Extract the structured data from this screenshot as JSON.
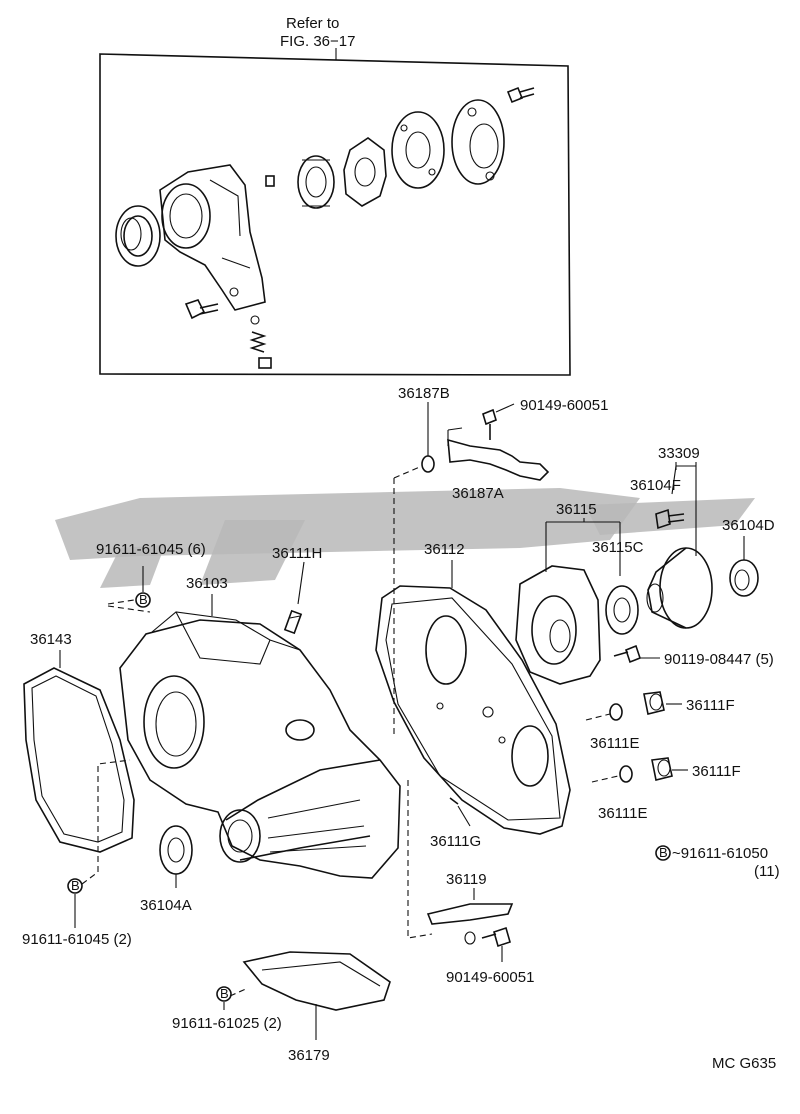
{
  "diagram": {
    "refer_label_line1": "Refer to",
    "refer_label_line2": "FIG. 36−17",
    "parts": {
      "p36187B": "36187B",
      "p90149_60051_top": "90149-60051",
      "p36187A": "36187A",
      "p33309": "33309",
      "p36104F": "36104F",
      "p36104D": "36104D",
      "p36115": "36115",
      "p36115C": "36115C",
      "p36112": "36112",
      "p36111H": "36111H",
      "p36103": "36103",
      "p91611_61045_6": "91611-61045 (6)",
      "p36143": "36143",
      "p90119_08447": "90119-08447 (5)",
      "p36111F_1": "36111F",
      "p36111E_1": "36111E",
      "p36111F_2": "36111F",
      "p36111E_2": "36111E",
      "p36111G": "36111G",
      "p91611_61050": "~91611-61050",
      "p91611_61050_qty": "(11)",
      "p36119": "36119",
      "p90149_60051_bottom": "90149-60051",
      "p36104A": "36104A",
      "p91611_61045_2": "91611-61045 (2)",
      "p91611_61025": "91611-61025 (2)",
      "p36179": "36179"
    },
    "callout_letter": "B",
    "diagram_code": "MC G635"
  }
}
